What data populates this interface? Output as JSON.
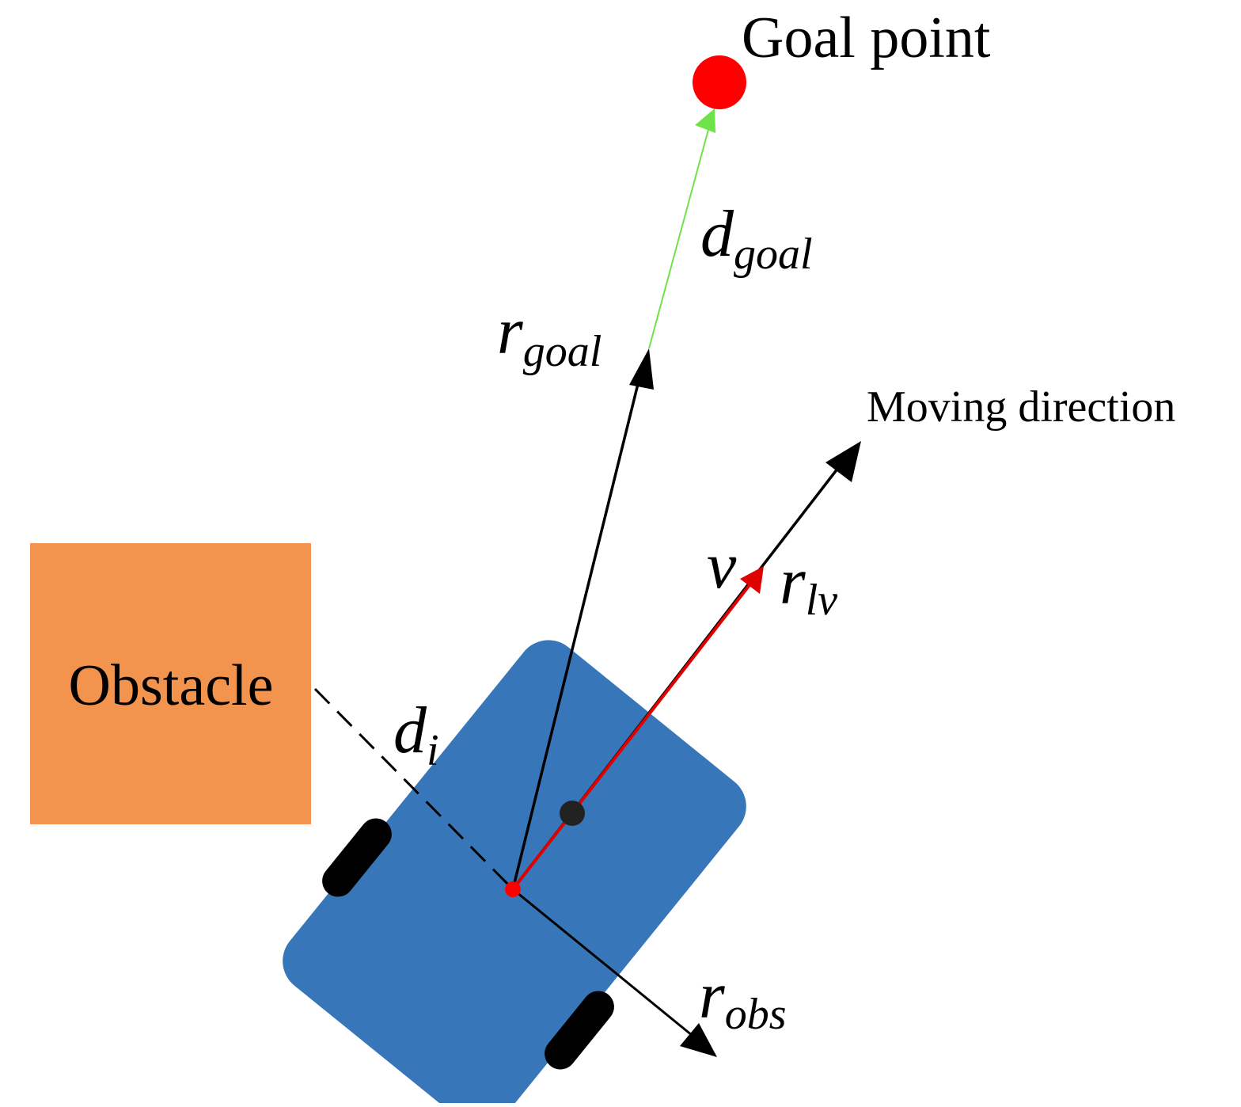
{
  "labels": {
    "goal_point": "Goal point",
    "moving_direction": "Moving direction",
    "obstacle": "Obstacle",
    "d_goal": {
      "main": "d",
      "sub": "goal"
    },
    "r_goal": {
      "main": "r",
      "sub": "goal"
    },
    "r_lv": {
      "main": "r",
      "sub": "lv"
    },
    "v": "v",
    "d_i": {
      "main": "d",
      "sub": "i"
    },
    "r_obs": {
      "main": "r",
      "sub": "obs"
    }
  },
  "colors": {
    "obstacle": "#f2934e",
    "robot_body": "#3777b9",
    "goal_point": "#ff0000",
    "goal_line": "#6fe24a",
    "velocity_arrow": "#e00000",
    "arrows": "#000000",
    "wheels": "#000000"
  }
}
